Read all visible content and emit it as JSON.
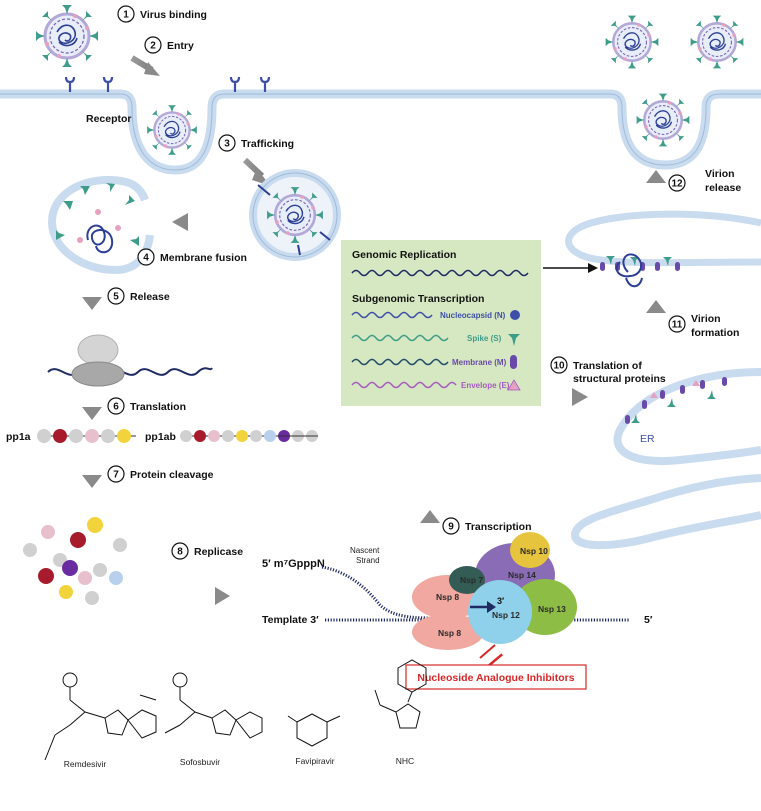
{
  "steps": {
    "s1": {
      "num": "1",
      "label": "Virus binding"
    },
    "s2": {
      "num": "2",
      "label": "Entry"
    },
    "s3": {
      "num": "3",
      "label": "Trafficking"
    },
    "s4": {
      "num": "4",
      "label": "Membrane fusion"
    },
    "s5": {
      "num": "5",
      "label": "Release"
    },
    "s6": {
      "num": "6",
      "label": "Translation"
    },
    "s7": {
      "num": "7",
      "label": "Protein cleavage"
    },
    "s8": {
      "num": "8",
      "label": "Replicase"
    },
    "s9": {
      "num": "9",
      "label": "Transcription"
    },
    "s10": {
      "num": "10",
      "label1": "Translation of",
      "label2": "structural proteins"
    },
    "s11": {
      "num": "11",
      "label1": "Virion",
      "label2": "formation"
    },
    "s12": {
      "num": "12",
      "label1": "Virion",
      "label2": "release"
    }
  },
  "labels": {
    "receptor": "Receptor",
    "pp1a": "pp1a",
    "pp1ab": "pp1ab",
    "er": "ER",
    "cap": "5′ m⁷GpppN",
    "nascent1": "Nascent",
    "nascent2": "Strand",
    "template": "Template  3′",
    "five_prime": "5′",
    "three_prime": "3′"
  },
  "box": {
    "genomic": "Genomic Replication",
    "subgenomic": "Subgenomic Transcription",
    "n": "Nucleocapsid (N)",
    "s": "Spike (S)",
    "m": "Membrane (M)",
    "e": "Envelope (E)"
  },
  "nsp": {
    "n7": "Nsp 7",
    "n8a": "Nsp 8",
    "n8b": "Nsp 8",
    "n10": "Nsp 10",
    "n12": "Nsp 12",
    "n13": "Nsp 13",
    "n14": "Nsp 14"
  },
  "inhibitor": "Nucleoside Analogue Inhibitors",
  "drugs": {
    "d1": "Remdesivir",
    "d2": "Sofosbuvir",
    "d3": "Favipiravir",
    "d4": "NHC"
  },
  "colors": {
    "membrane": "#c9dbee",
    "membrane_edge": "#9fbbd9",
    "spike": "#3e9c8a",
    "envelope": "#e6a1c0",
    "m_protein": "#6a4aa8",
    "nucleocapsid": "#3d4fa8",
    "box": "#d6e8c2",
    "inhibitor": "#d62828",
    "arrow": "#8f8f8f"
  }
}
